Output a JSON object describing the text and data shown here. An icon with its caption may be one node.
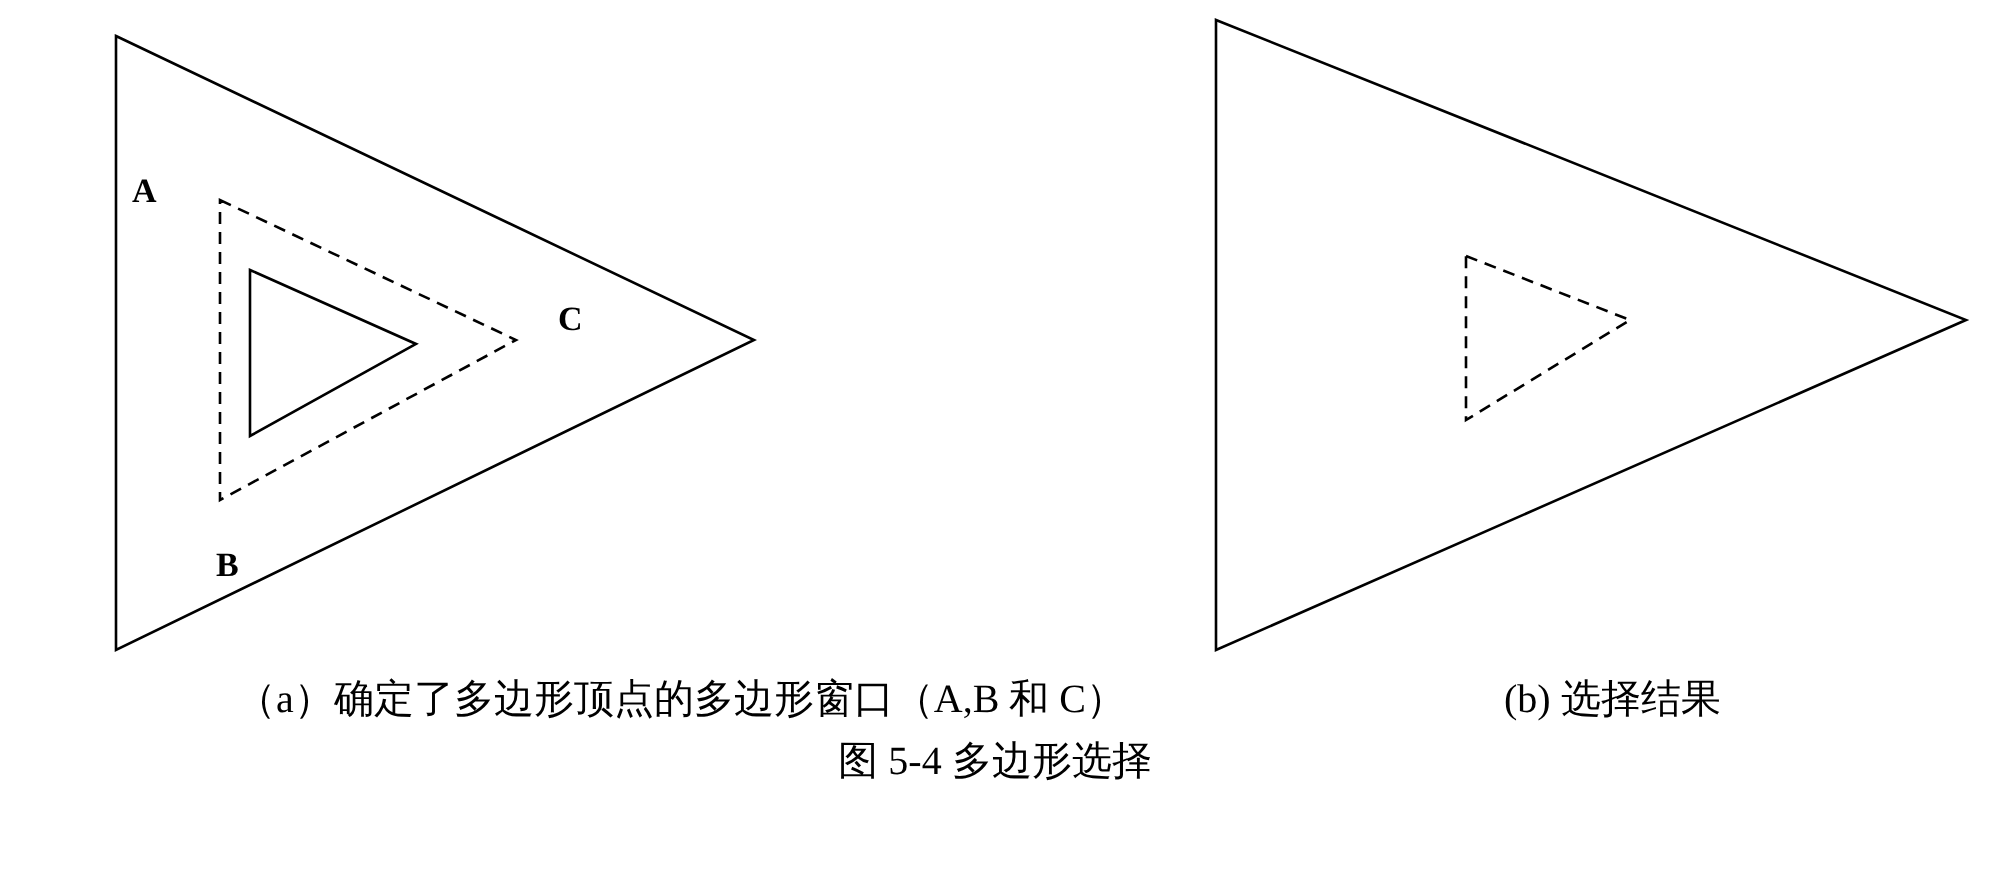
{
  "diagram": {
    "caption": "图 5-4 多边形选择",
    "labels": [
      "A",
      "C",
      "B",
      "（a）确定了多边形顶点的多边形窗口（A,B 和 C）",
      "(b) 选择结果"
    ]
  }
}
